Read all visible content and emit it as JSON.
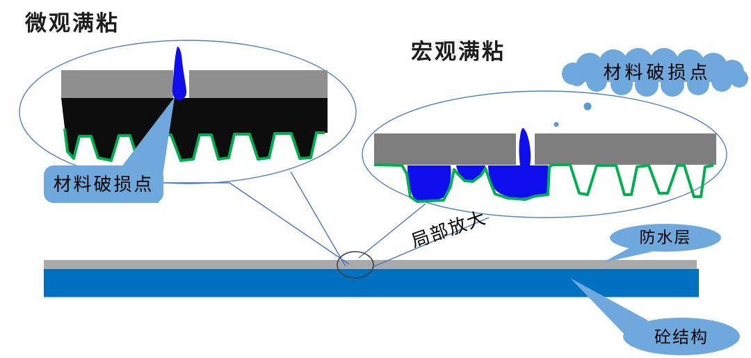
{
  "titles": {
    "micro": "微观满粘",
    "macro": "宏观满粘"
  },
  "callouts": {
    "damage_left": "材料破损点",
    "damage_cloud": "材料破损点",
    "zoom_note": "局部放大",
    "waterproof": "防水层",
    "concrete": "砼结构"
  },
  "colors": {
    "callout_fill": "#6FA8DC",
    "connector_blue": "#4472C4",
    "ellipse_outline": "#4F81BD",
    "adhesive_green": "#00B050",
    "water_blue": "#0F0FEE",
    "concrete_blue": "#0070C0",
    "membrane_gray_left": "#8F8F8F",
    "membrane_gray_right": "#7E7E7E",
    "thin_layer_gray": "#ABABAB",
    "base_black": "#0D0D0D",
    "dot_blue": "#5B9BD5"
  }
}
